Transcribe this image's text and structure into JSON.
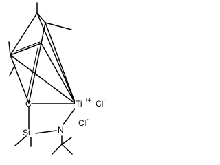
{
  "molecule": {
    "atoms": {
      "carbanion": {
        "symbol": "C",
        "charge": "-"
      },
      "titanium": {
        "symbol": "Ti",
        "charge": "+4"
      },
      "silicon": {
        "symbol": "Si"
      },
      "nitrogen": {
        "symbol": "N"
      },
      "chloride_1": {
        "symbol": "Cl",
        "charge": "-"
      },
      "chloride_2": {
        "symbol": "Cl",
        "charge": "-"
      }
    }
  }
}
